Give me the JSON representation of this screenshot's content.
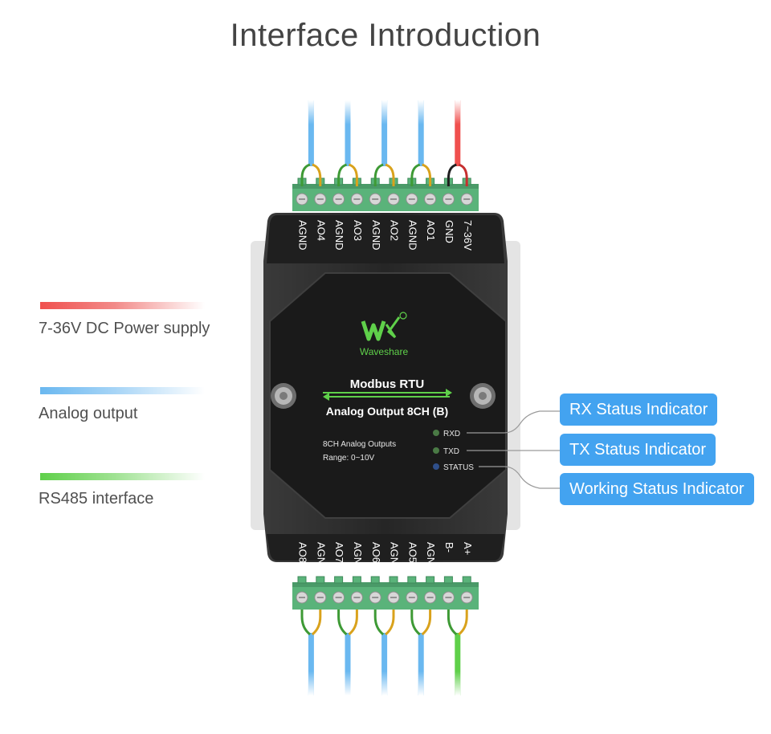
{
  "title": "Interface Introduction",
  "legend": [
    {
      "label": "7-36V DC Power supply",
      "color": "#f0504e"
    },
    {
      "label": "Analog output",
      "color": "#6ab8f0"
    },
    {
      "label": "RS485 interface",
      "color": "#5fd04a"
    }
  ],
  "top_terminals": [
    "AGND",
    "AO4",
    "AGND",
    "AO3",
    "AGND",
    "AO2",
    "AGND",
    "AO1",
    "GND",
    "7~36V"
  ],
  "bottom_terminals": [
    "AO8",
    "AGND",
    "AO7",
    "AGND",
    "AO6",
    "AGND",
    "AO5",
    "AGND",
    "B-",
    "A+"
  ],
  "device": {
    "brand": "Waveshare",
    "protocol": "Modbus RTU",
    "model": "Analog Output 8CH (B)",
    "spec_line1": "8CH Analog Outputs",
    "spec_line2": "Range:  0~10V",
    "indicators": [
      "RXD",
      "TXD",
      "STATUS"
    ]
  },
  "callouts": [
    "RX Status Indicator",
    "TX Status Indicator",
    "Working Status Indicator"
  ],
  "colors": {
    "power_wire": "#f0504e",
    "analog_wire": "#6ab8f0",
    "rs485_wire": "#5fd04a",
    "terminal_green": "#5ab37a",
    "callout_blue": "#43a3f0",
    "device_body": "#2a2a2a"
  }
}
